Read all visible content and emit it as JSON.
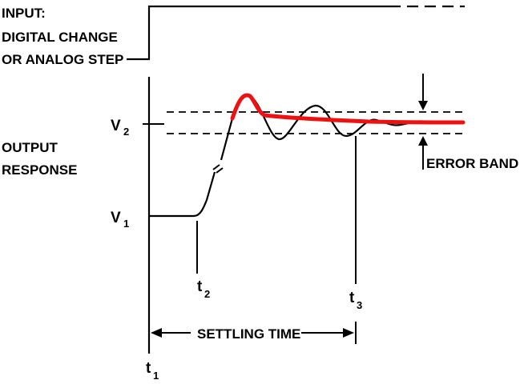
{
  "labels": {
    "input_line1": "INPUT:",
    "input_line2": "DIGITAL CHANGE",
    "input_line3": "OR ANALOG STEP",
    "output_line1": "OUTPUT",
    "output_line2": "RESPONSE",
    "error_band": "ERROR BAND",
    "settling_time": "SETTLING TIME",
    "v1": "V",
    "v1_sub": "1",
    "v2": "V",
    "v2_sub": "2",
    "t1": "t",
    "t1_sub": "1",
    "t2": "t",
    "t2_sub": "2",
    "t3": "t",
    "t3_sub": "3"
  },
  "colors": {
    "ink": "#000000",
    "highlight": "#ee1111",
    "background": "#ffffff"
  }
}
